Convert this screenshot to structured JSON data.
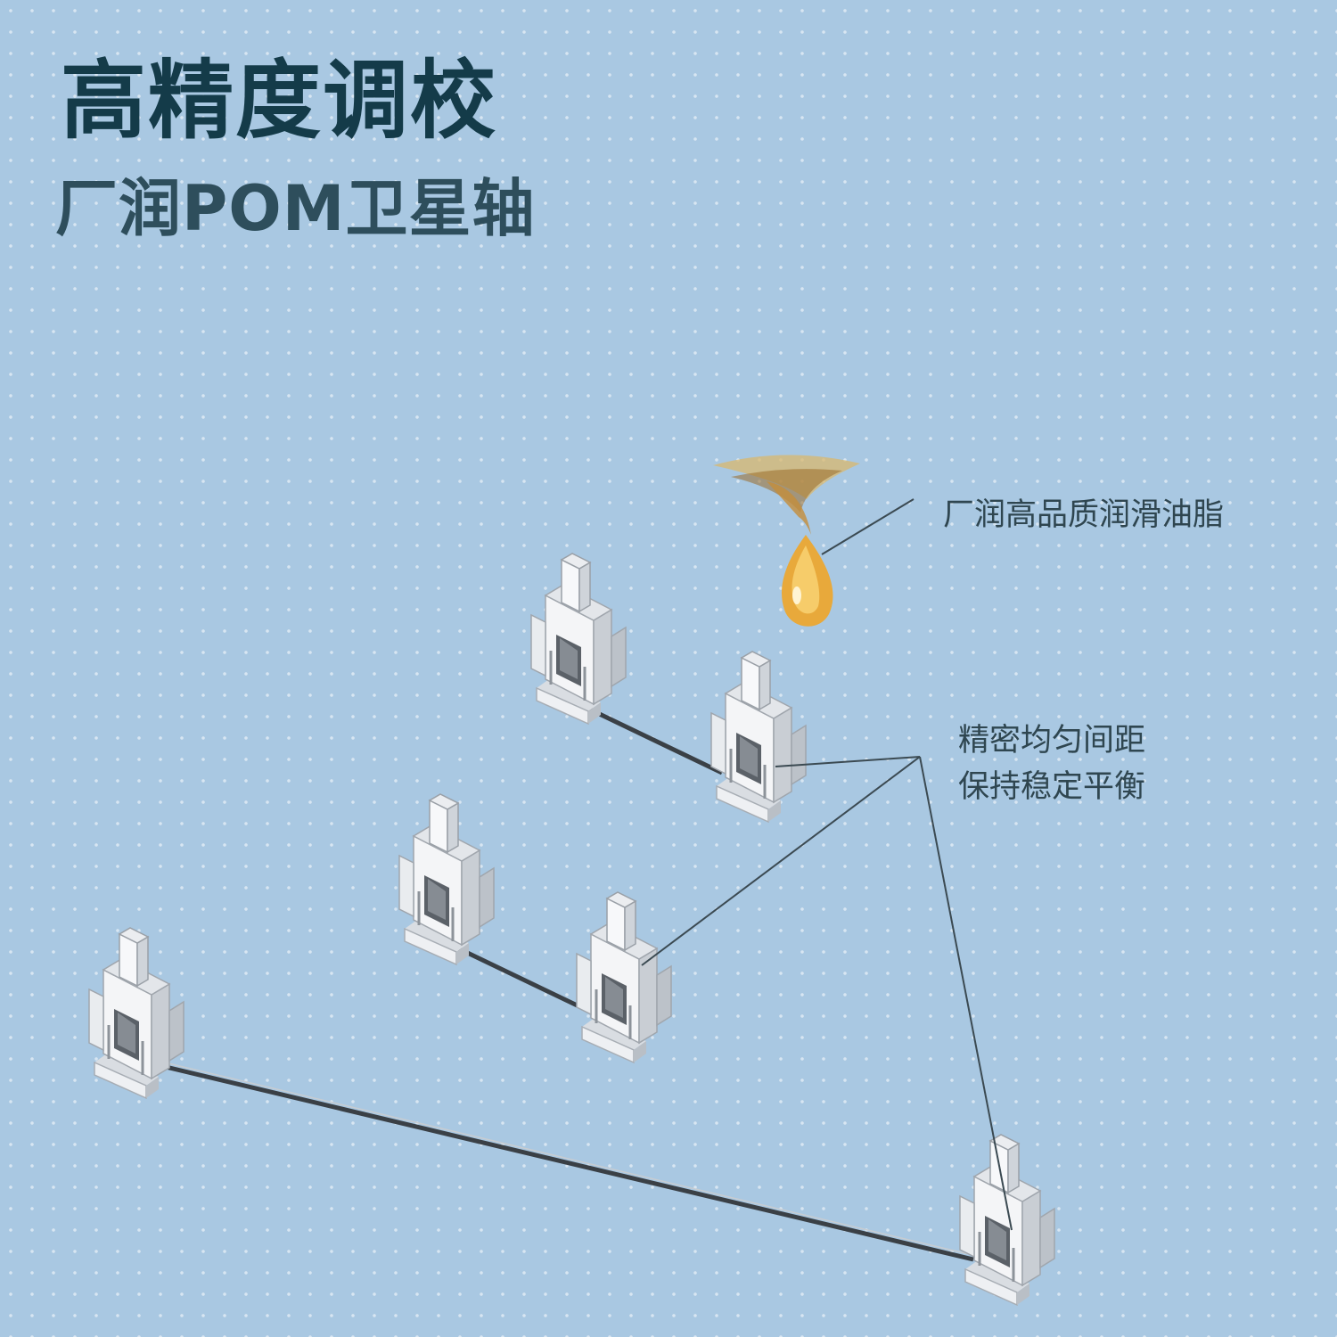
{
  "heading": {
    "title": "高精度调校",
    "subtitle": "厂润POM卫星轴"
  },
  "callouts": {
    "grease": "厂润高品质润滑油脂",
    "spacing_line1": "精密均匀间距",
    "spacing_line2": "保持稳定平衡"
  },
  "colors": {
    "background": "#a9c8e2",
    "title": "#143b49",
    "subtitle": "#2e4e5c",
    "oil": "#e8a93b"
  }
}
